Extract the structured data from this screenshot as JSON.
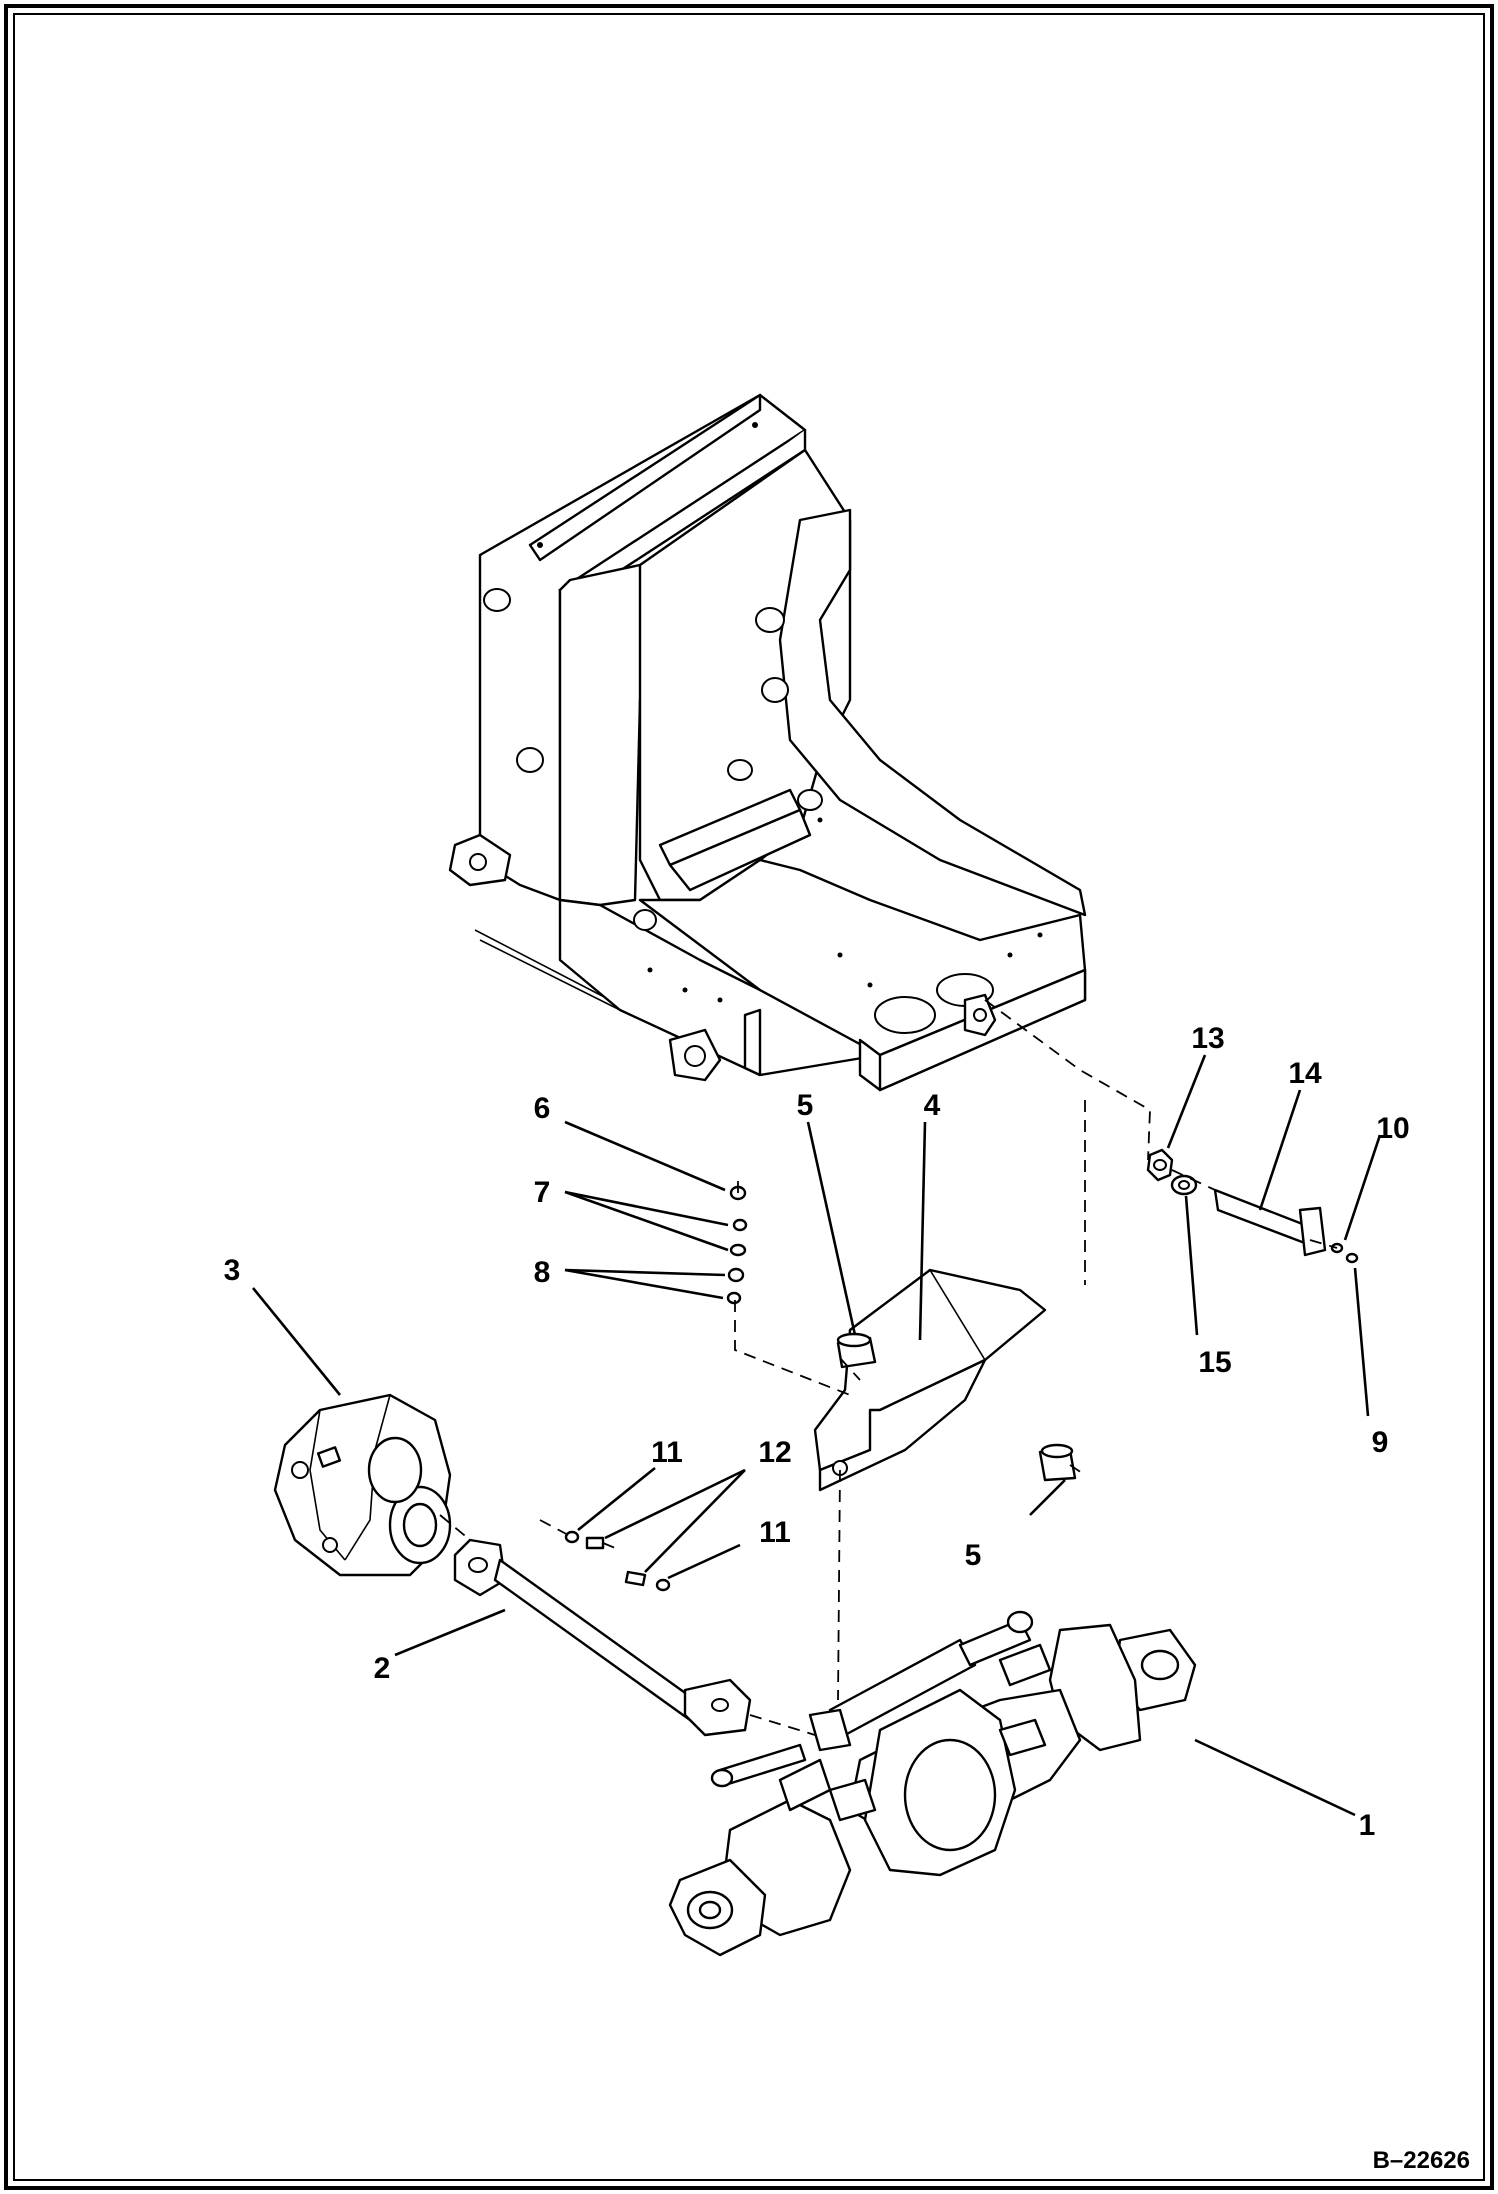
{
  "drawing": {
    "reference_number": "B–22626"
  },
  "callouts": [
    {
      "id": "1",
      "label": "1"
    },
    {
      "id": "2",
      "label": "2"
    },
    {
      "id": "3",
      "label": "3"
    },
    {
      "id": "4",
      "label": "4"
    },
    {
      "id": "5a",
      "label": "5"
    },
    {
      "id": "5b",
      "label": "5"
    },
    {
      "id": "6",
      "label": "6"
    },
    {
      "id": "7",
      "label": "7"
    },
    {
      "id": "8",
      "label": "8"
    },
    {
      "id": "9",
      "label": "9"
    },
    {
      "id": "10",
      "label": "10"
    },
    {
      "id": "11a",
      "label": "11"
    },
    {
      "id": "11b",
      "label": "11"
    },
    {
      "id": "12",
      "label": "12"
    },
    {
      "id": "13",
      "label": "13"
    },
    {
      "id": "14",
      "label": "14"
    },
    {
      "id": "15",
      "label": "15"
    }
  ]
}
